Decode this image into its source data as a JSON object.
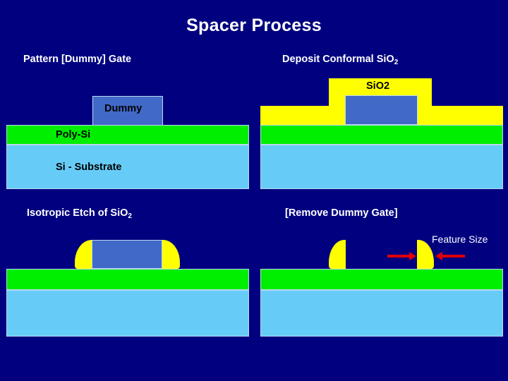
{
  "slide": {
    "title": "Spacer Process",
    "background_color": "#010180"
  },
  "panels": {
    "top_left": {
      "title_main": "Pattern [Dummy] Gate",
      "title_sub": "",
      "labels": {
        "gate": "Dummy",
        "poly": "Poly-Si",
        "substrate": "Si - Substrate"
      }
    },
    "top_right": {
      "title_main": "Deposit Conformal SiO",
      "title_sub": "2",
      "labels": {
        "oxide": "SiO2"
      }
    },
    "bottom_left": {
      "title_main": "Isotropic Etch of SiO",
      "title_sub": "2"
    },
    "bottom_right": {
      "title_main": "[Remove Dummy Gate]",
      "title_sub": "",
      "annotation": "Feature Size"
    }
  },
  "colors": {
    "background": "#010180",
    "poly_si": "#00ee00",
    "si_substrate": "#66ccf7",
    "dummy_gate": "#4169c8",
    "silicon_dioxide": "#ffff00",
    "arrow": "#e00000",
    "text_light": "#ffffff",
    "text_dark": "#000000",
    "layer_border": "#b9d8ee"
  }
}
